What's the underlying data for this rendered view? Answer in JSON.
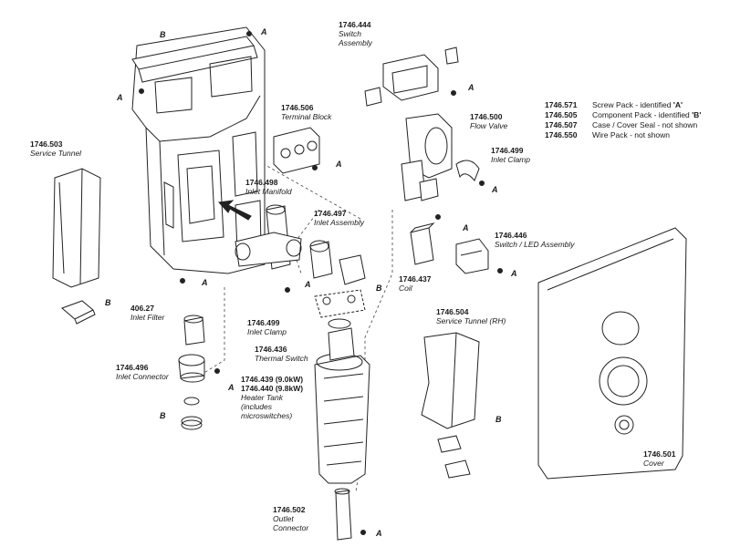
{
  "parts": [
    {
      "key": "switch_assembly",
      "part_no": "1746.444",
      "name_lines": [
        "Switch",
        "Assembly"
      ]
    },
    {
      "key": "terminal_block",
      "part_no": "1746.506",
      "name_lines": [
        "Terminal Block"
      ]
    },
    {
      "key": "flow_valve",
      "part_no": "1746.500",
      "name_lines": [
        "Flow Valve"
      ]
    },
    {
      "key": "service_tunnel",
      "part_no": "1746.503",
      "name_lines": [
        "Service Tunnel"
      ]
    },
    {
      "key": "inlet_manifold",
      "part_no": "1746.498",
      "name_lines": [
        "Inlet Manifold"
      ]
    },
    {
      "key": "inlet_clamp_right",
      "part_no": "1746.499",
      "name_lines": [
        "Inlet Clamp"
      ]
    },
    {
      "key": "inlet_assembly",
      "part_no": "1746.497",
      "name_lines": [
        "Inlet Assembly"
      ]
    },
    {
      "key": "switch_led_assembly",
      "part_no": "1746.446",
      "name_lines": [
        "Switch / LED Assembly"
      ]
    },
    {
      "key": "coil",
      "part_no": "1746.437",
      "name_lines": [
        "Coil"
      ]
    },
    {
      "key": "inlet_filter",
      "part_no": "406.27",
      "name_lines": [
        "Inlet Filter"
      ]
    },
    {
      "key": "inlet_clamp_left",
      "part_no": "1746.499",
      "name_lines": [
        "Inlet Clamp"
      ]
    },
    {
      "key": "service_tunnel_rh",
      "part_no": "1746.504",
      "name_lines": [
        "Service Tunnel (RH)"
      ]
    },
    {
      "key": "thermal_switch",
      "part_no": "1746.436",
      "name_lines": [
        "Thermal Switch"
      ]
    },
    {
      "key": "inlet_connector",
      "part_no": "1746.496",
      "name_lines": [
        "Inlet Connector"
      ]
    },
    {
      "key": "heater_tank",
      "part_no": "1746.439 (9.0kW)",
      "part_no_2": "1746.440 (9.8kW)",
      "name_lines": [
        "Heater Tank",
        "(includes",
        "microswitches)"
      ]
    },
    {
      "key": "cover",
      "part_no": "1746.501",
      "name_lines": [
        "Cover"
      ]
    },
    {
      "key": "outlet_connector",
      "part_no": "1746.502",
      "name_lines": [
        "Outlet",
        "Connector"
      ]
    }
  ],
  "identifiers": [
    "A",
    "B"
  ],
  "legend": [
    {
      "code": "1746.571",
      "text": "Screw Pack - identified ",
      "id": "'A'"
    },
    {
      "code": "1746.505",
      "text": "Component Pack - identified ",
      "id": "'B'"
    },
    {
      "code": "1746.507",
      "text": "Case / Cover Seal - not shown",
      "id": ""
    },
    {
      "code": "1746.550",
      "text": "Wire Pack - not shown",
      "id": ""
    }
  ]
}
